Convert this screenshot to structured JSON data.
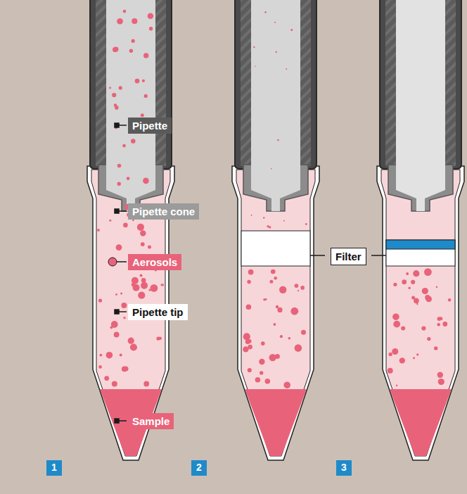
{
  "diagram": {
    "nodes": [
      {
        "text": [
          "Pipette"
        ]
      },
      {
        "text": [
          "Pipette cone"
        ]
      },
      {
        "text": [
          "Filter"
        ]
      },
      {
        "text": [
          "Aerosols"
        ]
      },
      {
        "text": [
          "Pipette tip"
        ]
      },
      {
        "text": [
          "Sample"
        ]
      },
      {
        "text": [
          "1"
        ]
      },
      {
        "text": [
          "2"
        ]
      },
      {
        "text": [
          "3"
        ]
      }
    ]
  }
}
